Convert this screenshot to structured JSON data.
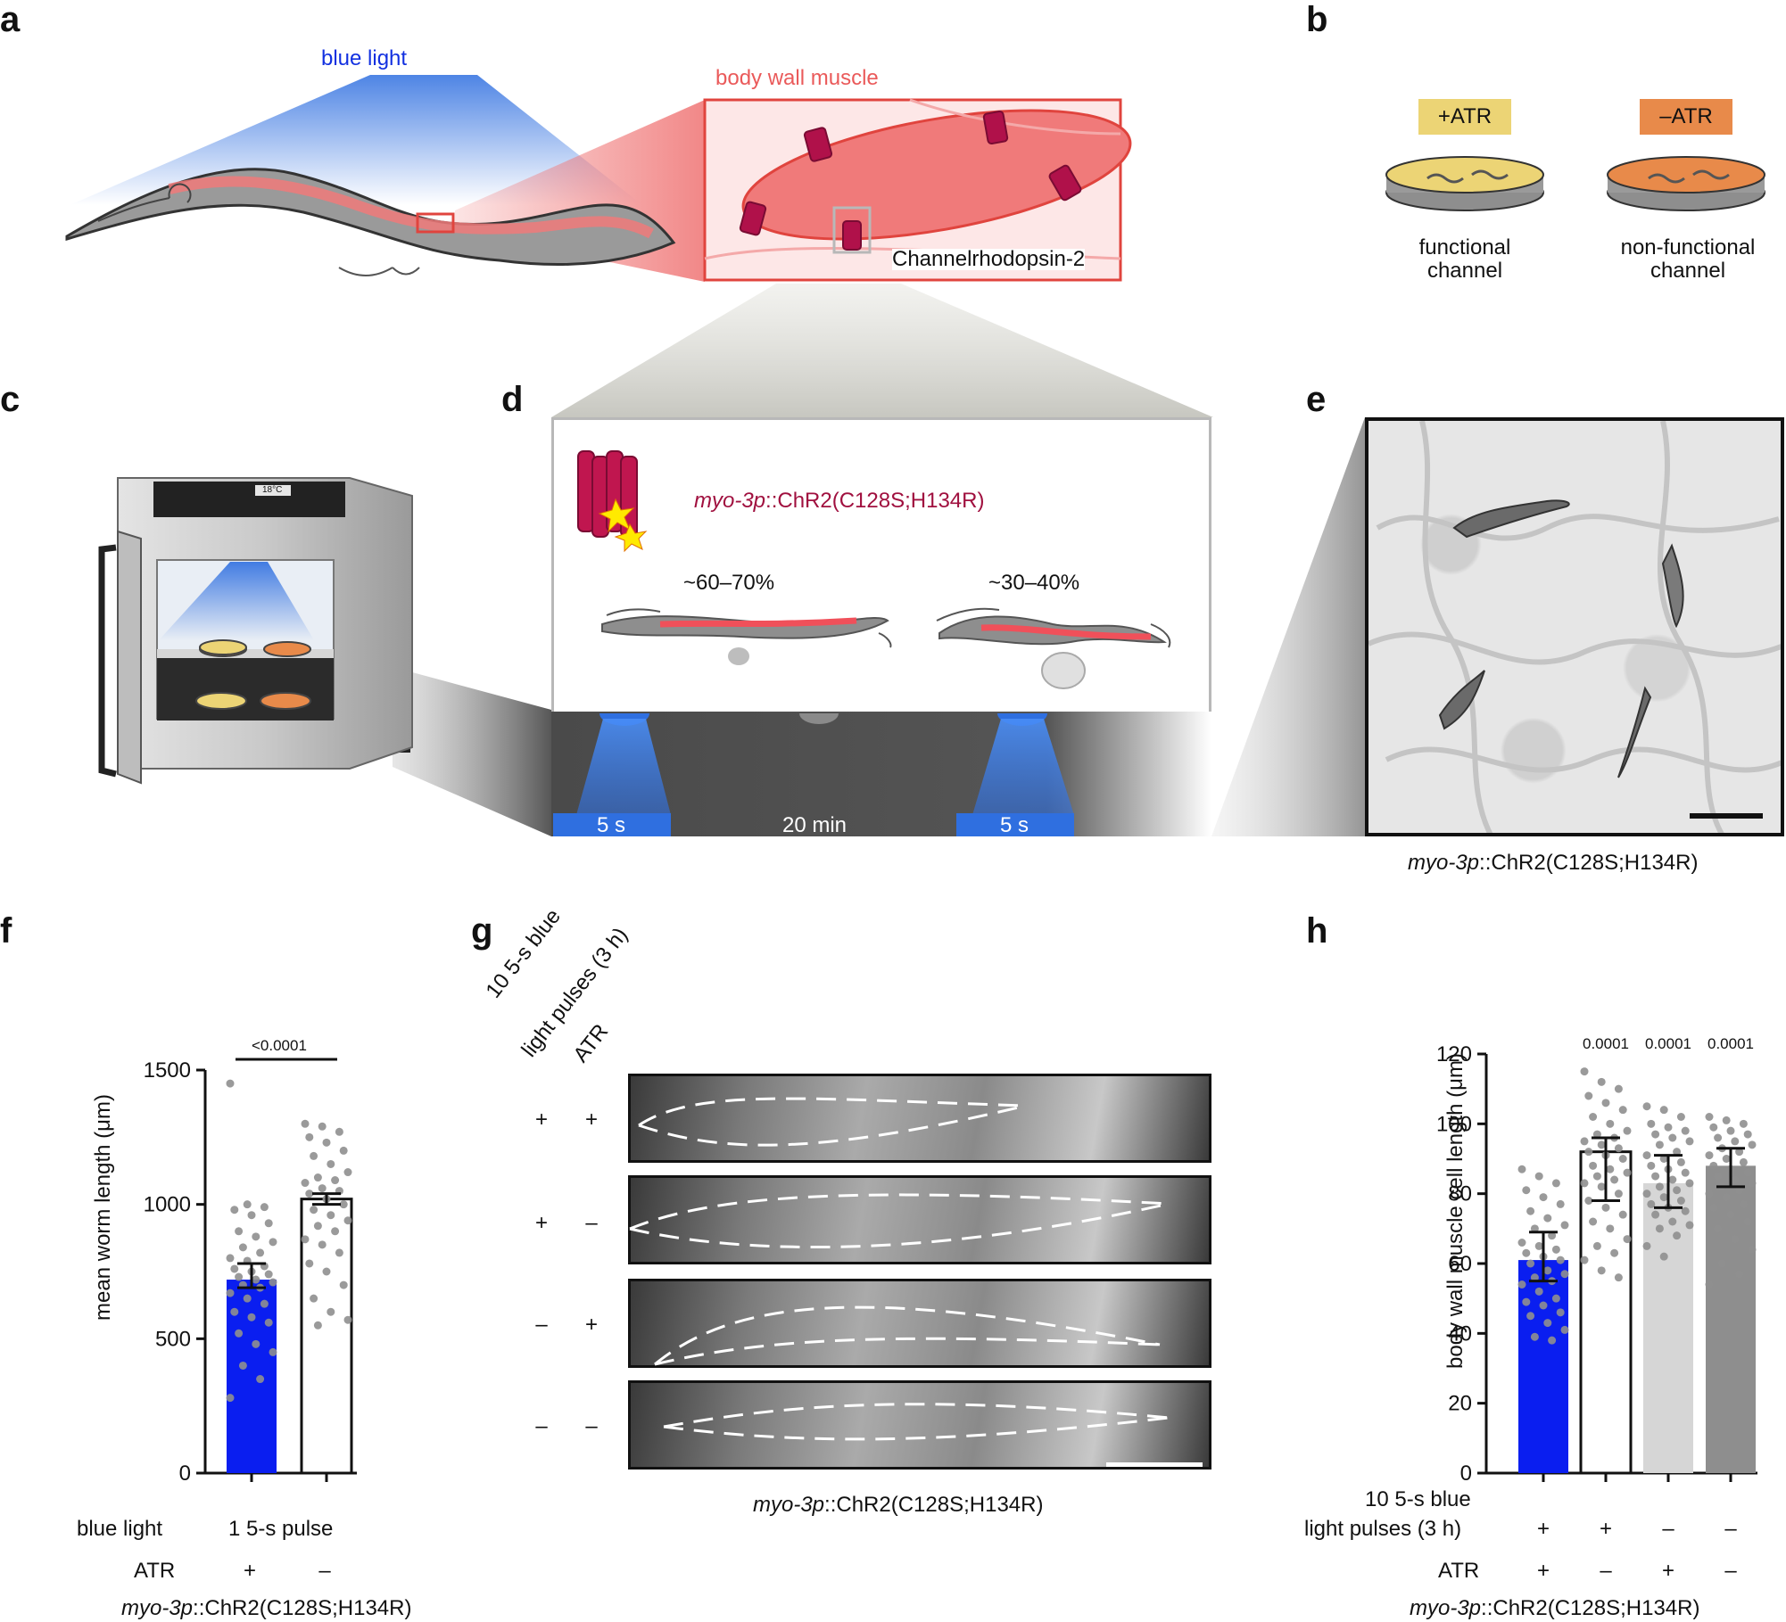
{
  "panels": {
    "a": {
      "letter": "a",
      "blue_light": "blue light",
      "body_wall_muscle": "body wall muscle",
      "channel": "Channelrhodopsin-2",
      "colors": {
        "blue": "#2f6fe0",
        "muscle": "#f07a7a",
        "channel": "#b0114a"
      }
    },
    "b": {
      "letter": "b",
      "plus_atr": "+ATR",
      "minus_atr": "–ATR",
      "functional_1": "functional",
      "functional_2": "channel",
      "nonfunctional_1": "non-functional",
      "nonfunctional_2": "channel",
      "colors": {
        "plus": "#ecd475",
        "minus": "#e88a4a"
      }
    },
    "c": {
      "letter": "c",
      "incubator_temp": "18°C"
    },
    "d": {
      "letter": "d",
      "construct_italic": "myo-3p",
      "construct_rest": "::ChR2(C128S;H134R)",
      "pct_1": "~60–70%",
      "pct_2": "~30–40%",
      "pulse_1": "5 s",
      "interval": "20 min",
      "pulse_2": "5 s"
    },
    "e": {
      "letter": "e",
      "caption_italic": "myo-3p",
      "caption_rest": "::ChR2(C128S;H134R)"
    },
    "f": {
      "letter": "f",
      "ylabel": "mean worm length (μm)",
      "pvalue": "<0.0001",
      "row1_label": "blue light",
      "row1_value": "1 5-s pulse",
      "row2_label": "ATR",
      "row2_vals": [
        "+",
        "–"
      ],
      "caption_italic": "myo-3p",
      "caption_rest": "::ChR2(C128S;H134R)"
    },
    "g": {
      "letter": "g",
      "header_1": "10 5-s blue",
      "header_2": "light pulses (3 h)",
      "header_3": "ATR",
      "rows": [
        {
          "light": "+",
          "atr": "+"
        },
        {
          "light": "+",
          "atr": "–"
        },
        {
          "light": "–",
          "atr": "+"
        },
        {
          "light": "–",
          "atr": "–"
        }
      ],
      "caption_italic": "myo-3p",
      "caption_rest": "::ChR2(C128S;H134R)"
    },
    "h": {
      "letter": "h",
      "ylabel": "body wall muscle cell length (μm)",
      "row1_label_1": "10 5-s blue",
      "row1_label_2": "light pulses (3 h)",
      "row1_vals": [
        "+",
        "+",
        "–",
        "–"
      ],
      "row2_label": "ATR",
      "row2_vals": [
        "+",
        "–",
        "+",
        "–"
      ],
      "caption_italic": "myo-3p",
      "caption_rest": "::ChR2(C128S;H134R)"
    }
  },
  "chart_data": [
    {
      "type": "bar",
      "panel": "f",
      "categories": [
        "+ATR",
        "–ATR"
      ],
      "values": [
        720,
        1020
      ],
      "sem_upper": [
        780,
        1040
      ],
      "sem_lower": [
        690,
        1000
      ],
      "bar_colors": [
        "#0a1ef0",
        "#ffffff"
      ],
      "ylabel": "mean worm length (μm)",
      "ylim": [
        0,
        1500
      ],
      "yticks": [
        0,
        500,
        1000,
        1500
      ],
      "annotations": [
        "<0.0001"
      ],
      "points": [
        [
          1450,
          1000,
          990,
          980,
          960,
          930,
          900,
          880,
          860,
          840,
          820,
          800,
          790,
          770,
          760,
          750,
          740,
          730,
          720,
          710,
          700,
          690,
          670,
          650,
          630,
          600,
          580,
          560,
          520,
          480,
          450,
          400,
          350,
          280
        ],
        [
          1300,
          1290,
          1270,
          1250,
          1230,
          1200,
          1180,
          1150,
          1120,
          1100,
          1090,
          1080,
          1060,
          1050,
          1040,
          1020,
          1000,
          980,
          960,
          940,
          920,
          900,
          870,
          850,
          820,
          780,
          750,
          700,
          650,
          600,
          570,
          550
        ]
      ]
    },
    {
      "type": "bar",
      "panel": "h",
      "categories": [
        "++",
        "+–",
        "–+",
        "––"
      ],
      "values": [
        61,
        92,
        83,
        88
      ],
      "sem_upper": [
        69,
        96,
        91,
        93
      ],
      "sem_lower": [
        55,
        78,
        76,
        82
      ],
      "bar_colors": [
        "#0a1ef0",
        "#ffffff",
        "#d6d6d6",
        "#8e8e8e"
      ],
      "ylabel": "body wall muscle cell length (μm)",
      "ylim": [
        0,
        120
      ],
      "yticks": [
        0,
        20,
        40,
        60,
        80,
        100,
        120
      ],
      "annotations": [
        "",
        "0.0001",
        "0.0001",
        "0.0001"
      ],
      "points": [
        [
          87,
          85,
          83,
          81,
          79,
          77,
          75,
          73,
          71,
          70,
          68,
          66,
          65,
          64,
          63,
          62,
          61,
          60,
          58,
          57,
          56,
          55,
          54,
          52,
          50,
          49,
          48,
          46,
          45,
          43,
          41,
          39,
          38
        ],
        [
          115,
          112,
          110,
          108,
          106,
          104,
          102,
          100,
          98,
          97,
          96,
          95,
          94,
          93,
          92,
          91,
          90,
          88,
          87,
          86,
          85,
          84,
          83,
          82,
          80,
          78,
          76,
          74,
          72,
          70,
          67,
          65,
          63,
          61,
          58,
          56
        ],
        [
          105,
          104,
          102,
          100,
          99,
          98,
          97,
          96,
          95,
          94,
          92,
          91,
          90,
          89,
          88,
          87,
          86,
          85,
          84,
          83,
          82,
          81,
          80,
          79,
          78,
          77,
          76,
          75,
          74,
          72,
          71,
          70,
          68,
          65,
          62
        ],
        [
          102,
          101,
          100,
          99,
          98,
          97,
          96,
          95,
          94,
          93,
          92,
          91,
          90,
          89,
          88,
          87,
          86,
          85,
          84,
          83,
          82,
          81,
          80,
          79,
          77,
          76,
          74,
          72,
          70,
          67,
          64,
          60,
          57,
          54
        ]
      ]
    }
  ]
}
